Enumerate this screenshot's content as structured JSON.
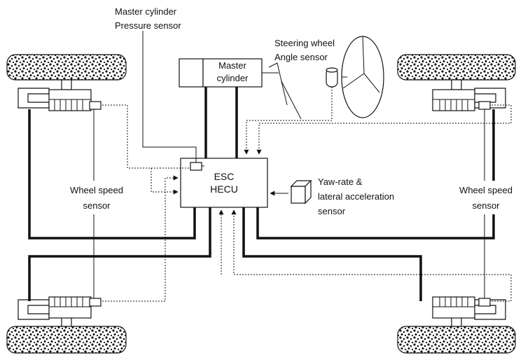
{
  "labels": {
    "mc_pressure_line1": "Master cylinder",
    "mc_pressure_line2": "Pressure sensor",
    "master_cyl_line1": "Master",
    "master_cyl_line2": "cylinder",
    "steering_line1": "Steering wheel",
    "steering_line2": "Angle sensor",
    "esc_line1": "ESC",
    "esc_line2": "HECU",
    "yaw_line1": "Yaw-rate &",
    "yaw_line2": "lateral acceleration",
    "yaw_line3": "sensor",
    "wheel_left_line1": "Wheel speed",
    "wheel_left_line2": "sensor",
    "wheel_right_line1": "Wheel speed",
    "wheel_right_line2": "sensor"
  }
}
